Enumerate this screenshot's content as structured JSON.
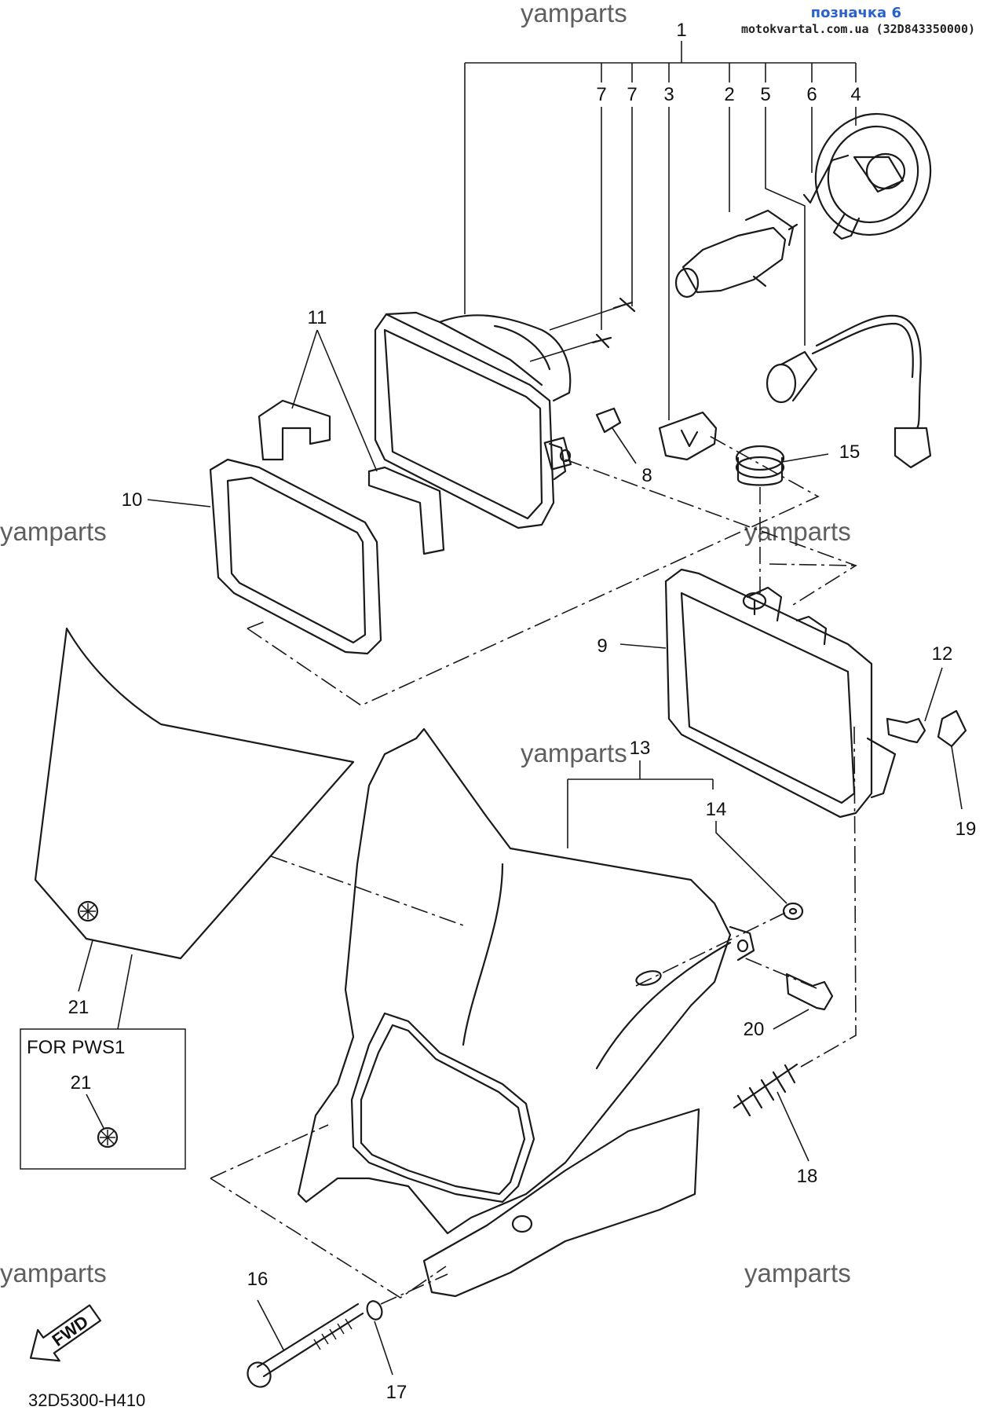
{
  "header": {
    "badge": "позначка 6",
    "site": "motokvartal.com.ua (32D843350000)"
  },
  "watermarks": [
    "yamparts",
    "yamparts",
    "yamparts",
    "yamparts",
    "yamparts",
    "yamparts"
  ],
  "callouts": {
    "c1": "1",
    "c7a": "7",
    "c7b": "7",
    "c3": "3",
    "c2": "2",
    "c5": "5",
    "c6": "6",
    "c4": "4",
    "c11": "11",
    "c10": "10",
    "c8": "8",
    "c15": "15",
    "c9": "9",
    "c12": "12",
    "c19": "19",
    "c13": "13",
    "c14": "14",
    "c20": "20",
    "c18": "18",
    "c21": "21",
    "c21box": "21",
    "c16": "16",
    "c17": "17"
  },
  "inset_label": "FOR PWS1",
  "fwd_label": "FWD",
  "diagram_code": "32D5300-H410"
}
